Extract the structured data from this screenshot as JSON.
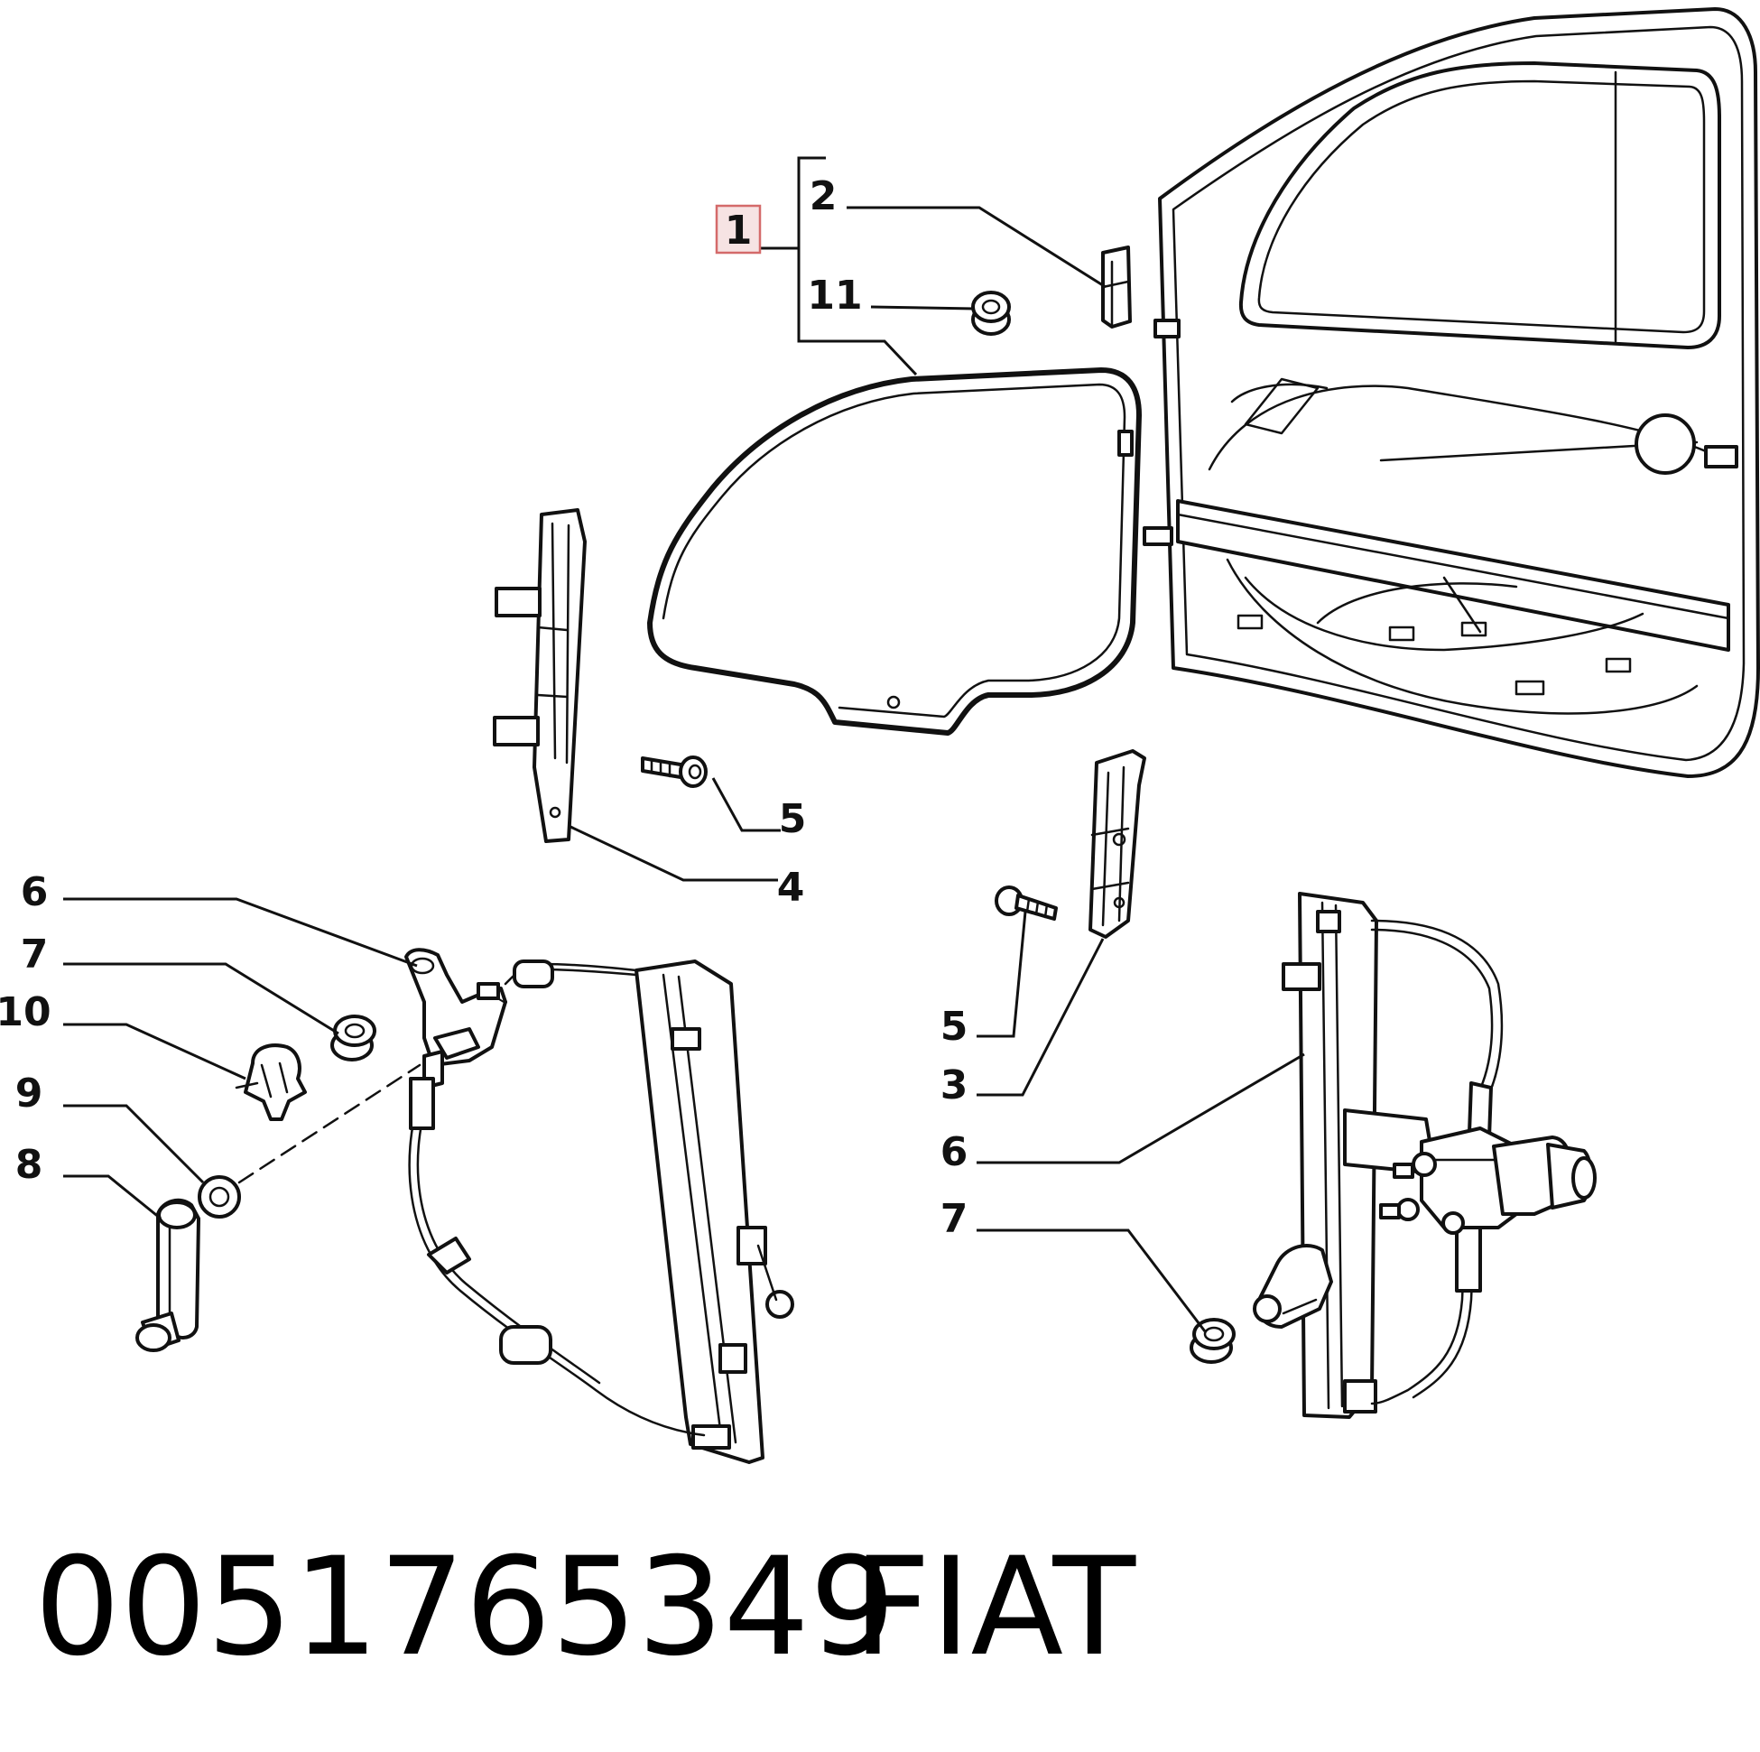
{
  "callouts": {
    "c1": "1",
    "c2": "2",
    "c11": "11",
    "c5a": "5",
    "c4": "4",
    "c6a": "6",
    "c7a": "7",
    "c10": "10",
    "c9": "9",
    "c8": "8",
    "c5b": "5",
    "c3": "3",
    "c6b": "6",
    "c7b": "7"
  },
  "caption": {
    "part_number": "0051765349",
    "brand": "FIAT"
  },
  "colors": {
    "line": "#111111",
    "highlight_fill": "#f6e3e3",
    "highlight_stroke": "#d46a6a"
  }
}
